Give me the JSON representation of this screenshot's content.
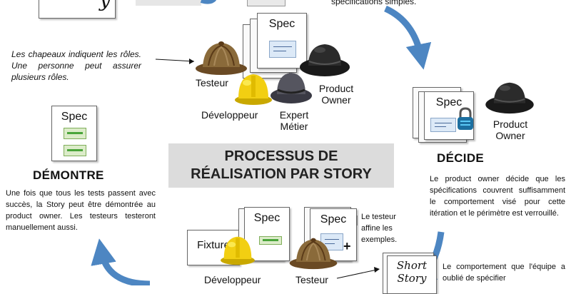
{
  "top_cut": {
    "specifications_text": "spécifications simples."
  },
  "notes": {
    "hats_note": "Les chapeaux indiquent les rôles. Une personne peut assurer plusieurs rôles."
  },
  "top_cluster": {
    "spec_label": "Spec",
    "roles": {
      "testeur": "Testeur",
      "developpeur": "Développeur",
      "expert_metier": "Expert Métier",
      "product_owner": "Product Owner"
    }
  },
  "decide": {
    "spec_label": "Spec",
    "product_owner": "Product Owner",
    "heading": "DÉCIDE",
    "text": "Le product owner décide que les spécifications couvrent suffisamment le comportement visé pour cette itération et le périmètre est verrouillé."
  },
  "center": {
    "title_line1": "PROCESSUS DE",
    "title_line2": "RÉALISATION PAR STORY"
  },
  "demontre": {
    "spec_label": "Spec",
    "heading": "DÉMONTRE",
    "text": "Une fois que tous les tests passent avec succès, la Story peut être démontrée au product owner. Les testeurs testeront manuellement aussi."
  },
  "bottom_cluster": {
    "fixture_label": "Fixture",
    "spec_label_1": "Spec",
    "spec_label_2": "Spec",
    "testeur_note": "Le testeur affine les exemples.",
    "developpeur": "Développeur",
    "testeur": "Testeur",
    "short_story_1": "Short",
    "short_story_2": "Story",
    "bottom_right_text": "Le comportement que l'équipe a oublié de spécifier"
  },
  "colors": {
    "arrow_blue": "#4d86c2",
    "center_box_gray": "#dcdcdc"
  },
  "icons": [
    "cowboy-hat-icon",
    "hard-hat-icon",
    "fedora-icon",
    "deerstalker-icon",
    "padlock-icon"
  ]
}
